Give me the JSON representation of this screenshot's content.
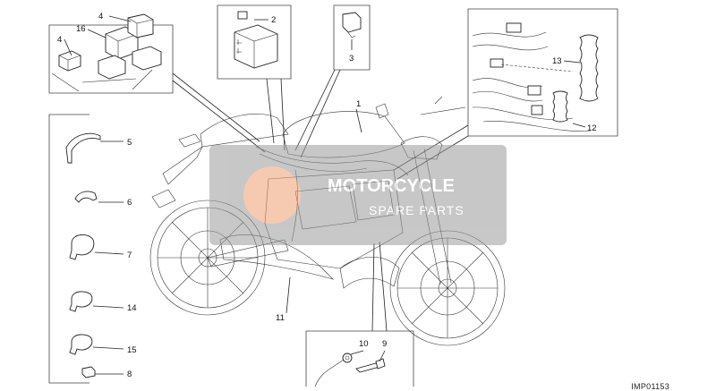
{
  "callouts": {
    "c1": "1",
    "c2": "2",
    "c3": "3",
    "c4a": "4",
    "c4b": "4",
    "c5": "5",
    "c6": "6",
    "c7": "7",
    "c8": "8",
    "c9": "9",
    "c10": "10",
    "c11": "11",
    "c12": "12",
    "c13": "13",
    "c14": "14",
    "c15": "15",
    "c16": "16"
  },
  "drawing_ref": "IMP01153",
  "watermark": {
    "brand_line1": "MOTORCYCLE",
    "brand_line2": "SPARE PARTS",
    "colors": {
      "box": "#9a9a9a",
      "badge": "#f0a070"
    }
  },
  "colors": {
    "line": "#222222",
    "frame": "#444444"
  }
}
